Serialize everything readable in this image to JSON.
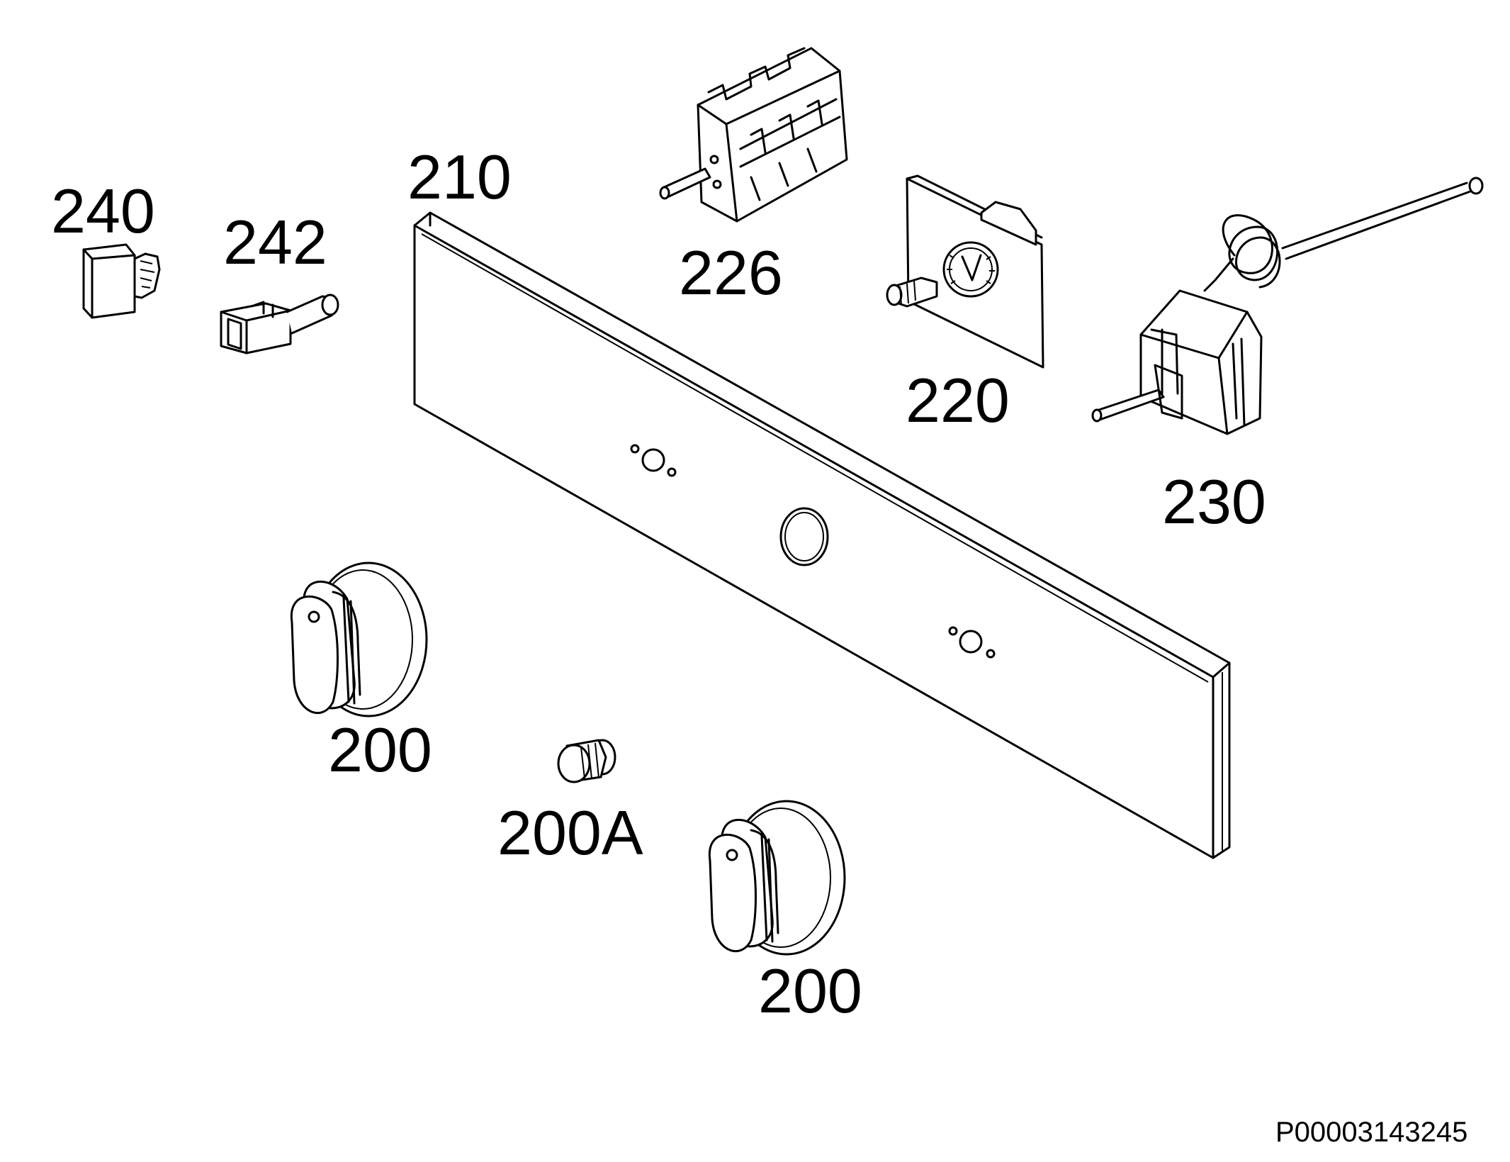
{
  "labels": {
    "panel": "210",
    "selector_switch": "226",
    "timer": "220",
    "thermostat": "230",
    "lamp_cover": "240",
    "connector": "242",
    "knob_left": "200",
    "knob_small": "200A",
    "knob_right": "200"
  },
  "reference": "P00003143245"
}
